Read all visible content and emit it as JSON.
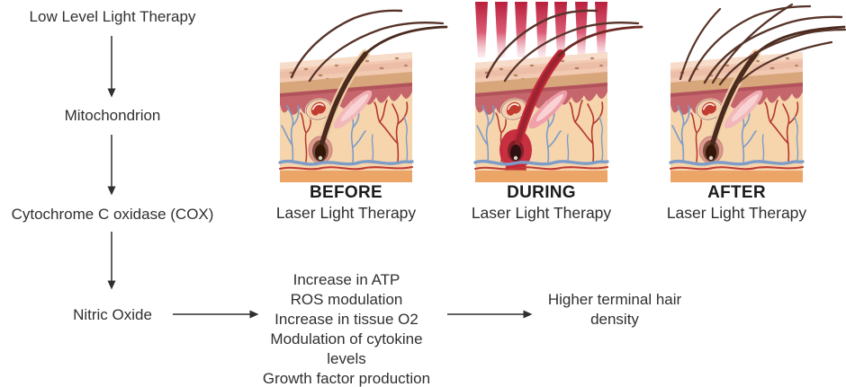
{
  "pathway": {
    "node_llt": "Low Level Light Therapy",
    "node_mitochondrion": "Mitochondrion",
    "node_cox": "Cytochrome C oxidase (COX)",
    "node_nitric_oxide": "Nitric Oxide",
    "effects": [
      "Increase in ATP",
      "ROS modulation",
      "Increase in tissue O2",
      "Modulation of cytokine levels",
      "Growth factor production"
    ],
    "outcome": "Higher terminal hair density"
  },
  "panels": [
    {
      "phase": "BEFORE",
      "subtitle": "Laser Light Therapy"
    },
    {
      "phase": "DURING",
      "subtitle": "Laser Light Therapy"
    },
    {
      "phase": "AFTER",
      "subtitle": "Laser Light Therapy"
    }
  ],
  "colors": {
    "text": "#303030",
    "arrow": "#2f2f2f",
    "laser_red": "#b81f3c",
    "dermis": "#f6d5ac",
    "epidermis": "#f2c9b2",
    "tan_band": "#d7a67a",
    "red_band": "#c5666c",
    "vessel_red": "#b5362e",
    "vessel_blue": "#7d9cc8",
    "hair_brown": "#4a2a1e",
    "follicle_active_red": "#c4273a",
    "bottom_strip": "#eba566"
  }
}
